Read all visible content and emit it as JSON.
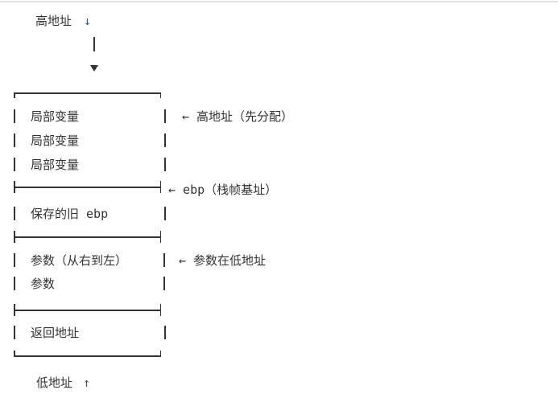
{
  "colors": {
    "background": "#ffffff",
    "text": "#333333",
    "line": "#333333",
    "page_top_border": "#e0e0e0"
  },
  "icons": {
    "down_arrow": "↓",
    "up_arrow": "↑",
    "flow_arrowhead": "▼"
  },
  "diagram": {
    "high_address": {
      "label": "高地址"
    },
    "cells": {
      "local_var_1": "局部变量",
      "local_var_2": "局部变量",
      "local_var_3": "局部变量",
      "saved_old_ebp": "保存的旧 ebp",
      "param_right_to_left": "参数（从右到左）",
      "param": "参数",
      "return_address": "返回地址"
    },
    "annotations": {
      "high_address_first_alloc": "← 高地址（先分配）",
      "ebp_frame_base": "← ebp（栈帧基址）",
      "params_low_address": "← 参数在低地址"
    },
    "low_address": {
      "label": "低地址"
    }
  }
}
